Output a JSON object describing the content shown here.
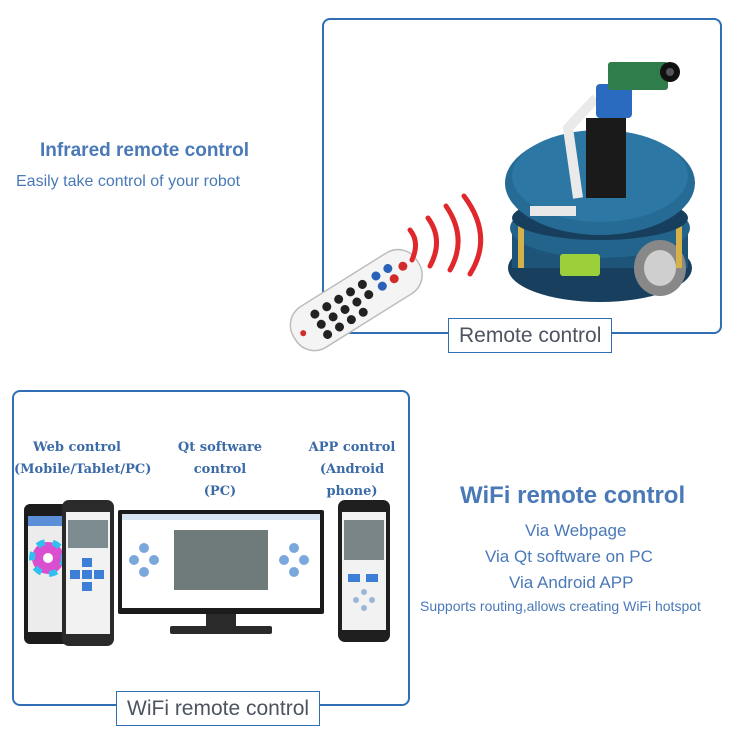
{
  "infrared": {
    "title": "Infrared remote control",
    "subtitle": "Easily take control of your robot",
    "panel_label": "Remote control"
  },
  "wifi": {
    "title": "WiFi remote control",
    "lines": [
      "Via Webpage",
      "Via Qt software on PC",
      "Via Android APP",
      "Supports routing,allows creating WiFi hotspot"
    ],
    "panel_label": "WiFi remote control",
    "web_control": {
      "line1": "Web control",
      "line2": "(Mobile/Tablet/PC)"
    },
    "qt_control": {
      "line1": "Qt software control",
      "line2": "(PC)"
    },
    "app_control": {
      "line1": "APP control",
      "line2": "(Android phone)"
    }
  },
  "colors": {
    "accent": "#4a79b7",
    "border": "#2f6fb4",
    "robot_blue": "#1f5f86",
    "ir_waves": "#e0282c"
  },
  "icons": [
    "ir-remote-icon",
    "ir-waves-icon",
    "robot-icon",
    "phone-icon",
    "monitor-icon"
  ]
}
